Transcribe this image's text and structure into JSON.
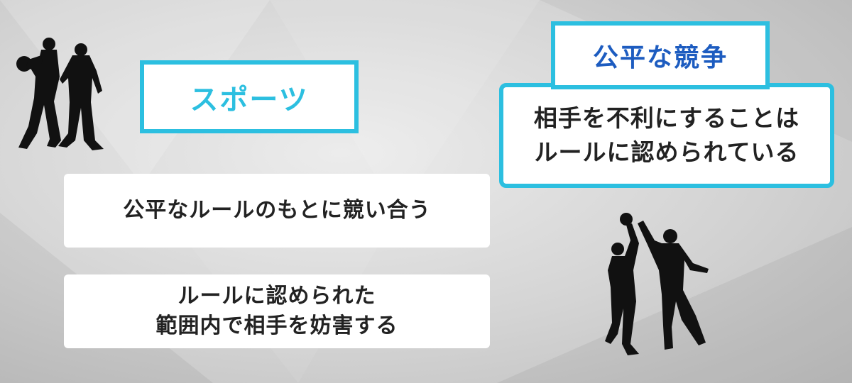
{
  "sports_label": "スポーツ",
  "sports_points": [
    "公平なルールのもとに競い合う",
    "ルールに認められた",
    "範囲内で相手を妨害する"
  ],
  "fair_competition_label": "公平な競争",
  "fair_competition_description": [
    "相手を不利にすることは",
    "ルールに認められている"
  ],
  "colors": {
    "accent_cyan": "#2cbfe0",
    "accent_blue": "#1d5cc0",
    "text_dark": "#222222",
    "silhouette": "#111111"
  },
  "icons": [
    "basketball-players-defending-silhouette",
    "basketball-players-shot-block-silhouette"
  ]
}
